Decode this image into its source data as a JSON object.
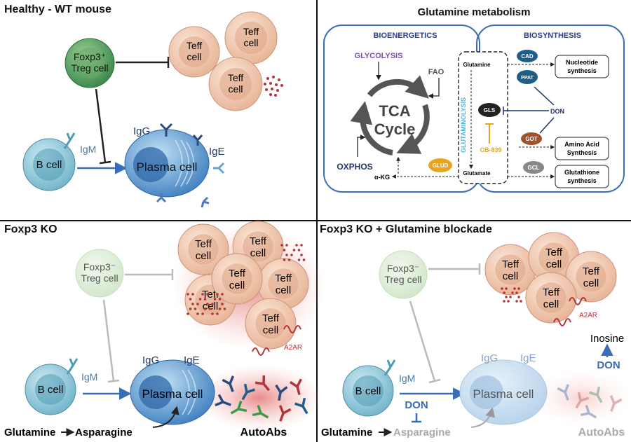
{
  "panels": {
    "wt": {
      "title": "Healthy - WT mouse",
      "treg": [
        "Foxp3⁺",
        "Treg cell"
      ],
      "teff": "Teff",
      "cell": "cell",
      "bcell": "B cell",
      "igm": "IgM",
      "igg": "IgG",
      "ige": "IgE",
      "plasma": "Plasma cell"
    },
    "metab": {
      "title": "Glutamine metabolism",
      "bioenergetics": "BIOENERGETICS",
      "biosynthesis": "BIOSYNTHESIS",
      "glycolysis": "GLYCOLYSIS",
      "fao": "FAO",
      "tca": [
        "TCA",
        "Cycle"
      ],
      "oxphos": "OXPHOS",
      "akg": "α-KG",
      "glud": "GLUD",
      "glutamine": "Glutamine",
      "glutamate": "Glutamate",
      "glutaminolysis": "GLUTAMINOLYSIS",
      "gls": "GLS",
      "cb839": "CB-839",
      "don": "DON",
      "cad": "CAD",
      "ppat": "PPAT",
      "got": "GOT",
      "gcl": "GCL",
      "nucleotide": [
        "Nucleotide",
        "synthesis"
      ],
      "amino": [
        "Amino Acid",
        "Synthesis"
      ],
      "glutathione": [
        "Glutathione",
        "synthesis"
      ]
    },
    "ko": {
      "title": "Foxp3 KO",
      "treg": [
        "Foxp3⁻",
        "Treg cell"
      ],
      "a2ar": "A2AR",
      "bcell": "B cell",
      "igm": "IgM",
      "igg": "IgG",
      "ige": "IgE",
      "plasma": "Plasma cell",
      "glutamine": "Glutamine",
      "asparagine": "Asparagine",
      "autoabs": "AutoAbs"
    },
    "koblock": {
      "title": "Foxp3 KO + Glutamine blockade",
      "treg": [
        "Foxp3⁻",
        "Treg cell"
      ],
      "a2ar": "A2AR",
      "inosine": "Inosine",
      "don": "DON",
      "bcell": "B cell",
      "igm": "IgM",
      "igg": "IgG",
      "ige": "IgE",
      "plasma": "Plasma cell",
      "glutamine": "Glutamine",
      "asparagine": "Asparagine",
      "autoabs": "AutoAbs"
    }
  },
  "colors": {
    "treg": "#3e8a4e",
    "teff": "#e9b394",
    "bcell": "#6fb3c9",
    "plasma": "#3f7fc0",
    "arrow": "#3a6db5",
    "glycolysis": "#7a4fa0",
    "glutaminolysis": "#4fb3d9",
    "cb839": "#e8a51c",
    "navy": "#1f2f6b"
  }
}
